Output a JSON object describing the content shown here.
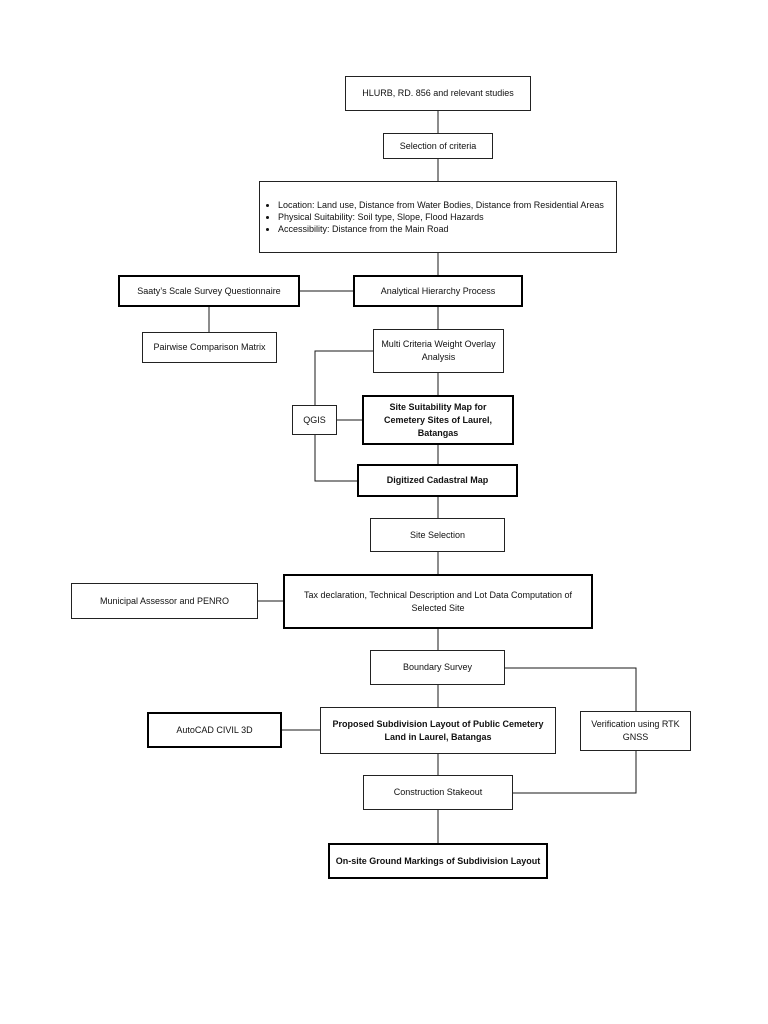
{
  "nodes": {
    "hlurb": "HLURB, RD. 856 and relevant studies",
    "selection_criteria": "Selection of criteria",
    "criteria_list": [
      "Location: Land use, Distance from Water Bodies, Distance from Residential Areas",
      "Physical Suitability: Soil type, Slope, Flood Hazards",
      "Accessibility: Distance from the Main Road"
    ],
    "saaty": "Saaty’s Scale Survey Questionnaire",
    "ahp": "Analytical Hierarchy Process",
    "pairwise": "Pairwise Comparison Matrix",
    "mcwoa": "Multi Criteria Weight Overlay Analysis",
    "qgis": "QGIS",
    "site_suitability": "Site Suitability Map for Cemetery Sites of Laurel, Batangas",
    "cadastral": "Digitized Cadastral Map",
    "site_selection": "Site Selection",
    "assessor": "Municipal Assessor and PENRO",
    "tax_declaration": "Tax declaration, Technical Description and Lot Data Computation of Selected Site",
    "boundary_survey": "Boundary Survey",
    "autocad": "AutoCAD CIVIL 3D",
    "subdivision": "Proposed Subdivision Layout of Public Cemetery Land in Laurel, Batangas",
    "rtk": "Verification using RTK GNSS",
    "stakeout": "Construction Stakeout",
    "ground_markings": "On-site Ground Markings of Subdivision Layout"
  }
}
